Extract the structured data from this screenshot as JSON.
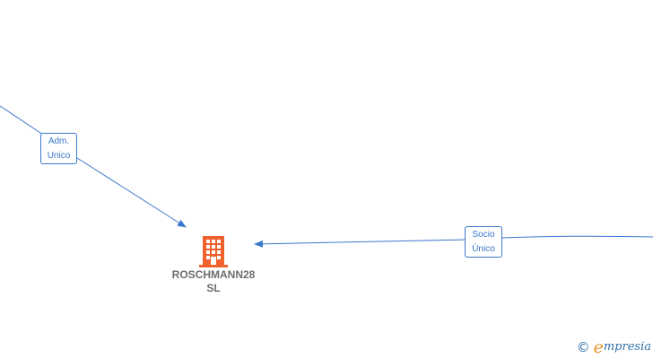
{
  "diagram": {
    "colors": {
      "edge": "#3a78c9",
      "node_icon": "#f0612e",
      "node_text": "#6d6d6d"
    },
    "nodes": [
      {
        "id": "company",
        "icon": "building-icon",
        "name_lines": [
          "ROSCHMANN28",
          "SL"
        ]
      }
    ],
    "edges": [
      {
        "from": "offscreen-left",
        "to": "company",
        "label_lines": [
          "Adm.",
          "Unico"
        ]
      },
      {
        "from": "offscreen-right",
        "to": "company",
        "label_lines": [
          "Socio",
          "Único"
        ]
      }
    ]
  },
  "watermark": {
    "symbol": "©",
    "brand_initial": "e",
    "brand_rest": "mpresia",
    "colors": {
      "symbol": "#2e6fa8",
      "initial": "#e8912a",
      "rest": "#2e6fa8"
    }
  }
}
